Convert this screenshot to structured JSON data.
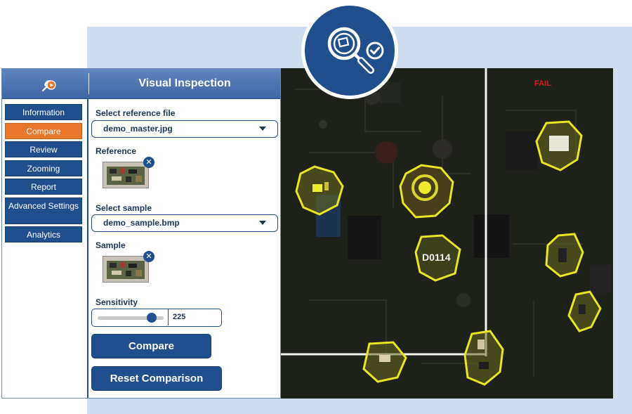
{
  "app": {
    "title": "Visual Inspection",
    "logo_icon": "plug-play-icon"
  },
  "sidebar": {
    "items": [
      {
        "label": "Information",
        "active": false
      },
      {
        "label": "Compare",
        "active": true
      },
      {
        "label": "Review",
        "active": false
      },
      {
        "label": "Zooming",
        "active": false
      },
      {
        "label": "Report",
        "active": false
      },
      {
        "label": "Advanced Settings",
        "active": false
      },
      {
        "label": "Analytics",
        "active": false
      }
    ]
  },
  "form": {
    "reference_file_label": "Select reference file",
    "reference_file_value": "demo_master.jpg",
    "reference_label": "Reference",
    "sample_select_label": "Select sample",
    "sample_select_value": "demo_sample.bmp",
    "sample_label": "Sample",
    "sensitivity_label": "Sensitivity",
    "sensitivity_value": "225",
    "remove_icon": "close-icon"
  },
  "buttons": {
    "compare": "Compare",
    "reset": "Reset Comparison"
  },
  "result": {
    "status": "FAIL",
    "chip_text": "D0114",
    "status_color": "#d2201b",
    "highlight_color": "#e8e522"
  },
  "badge": {
    "icon": "magnifier-check-icon"
  },
  "colors": {
    "accent": "#1f4f8c",
    "active": "#e8762b",
    "background_panel": "#cfdcef"
  }
}
